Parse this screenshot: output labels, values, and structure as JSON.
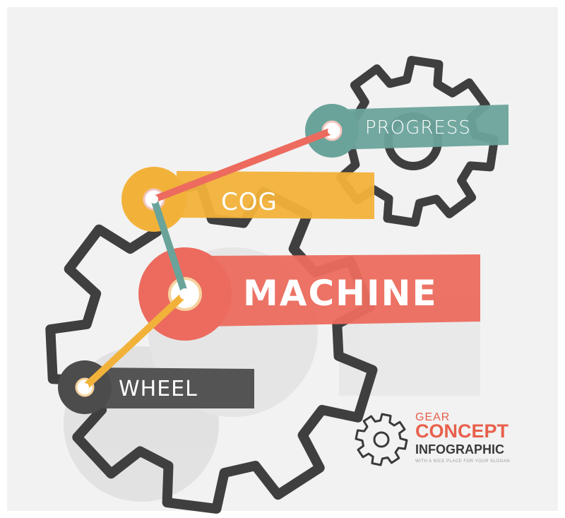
{
  "labels": {
    "progress": "PROGRESS",
    "cog": "COG",
    "machine": "MACHINE",
    "wheel": "WHEEL"
  },
  "logo": {
    "gear": "GEAR",
    "concept": "CONCEPT",
    "infographic": "INFOGRAPHIC",
    "slogan": "WITH A NICE PLACE FOR YOUR SLOGAN"
  },
  "colors": {
    "teal": "#6aa39a",
    "yellow": "#f2b23a",
    "red": "#ec6b5e",
    "dark": "#4c4c4c",
    "gear_outline": "#3f3f3f"
  }
}
